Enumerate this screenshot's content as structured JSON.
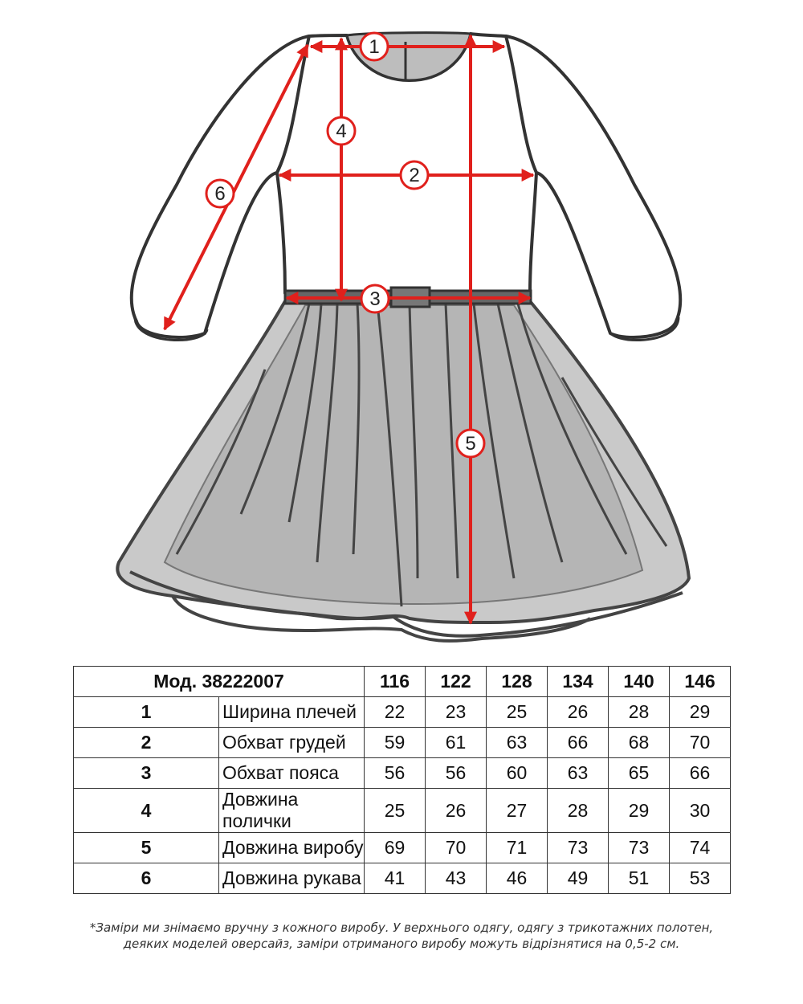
{
  "diagram": {
    "markers": [
      "1",
      "2",
      "3",
      "4",
      "5",
      "6"
    ]
  },
  "table": {
    "model_label": "Мод. 38222007",
    "sizes": [
      "116",
      "122",
      "128",
      "134",
      "140",
      "146"
    ],
    "rows": [
      {
        "num": "1",
        "name": "Ширина плечей",
        "values": [
          "22",
          "23",
          "25",
          "26",
          "28",
          "29"
        ]
      },
      {
        "num": "2",
        "name": "Обхват грудей",
        "values": [
          "59",
          "61",
          "63",
          "66",
          "68",
          "70"
        ]
      },
      {
        "num": "3",
        "name": "Обхват пояса",
        "values": [
          "56",
          "56",
          "60",
          "63",
          "65",
          "66"
        ]
      },
      {
        "num": "4",
        "name": "Довжина полички",
        "values": [
          "25",
          "26",
          "27",
          "28",
          "29",
          "30"
        ]
      },
      {
        "num": "5",
        "name": "Довжина виробу",
        "values": [
          "69",
          "70",
          "71",
          "73",
          "73",
          "74"
        ]
      },
      {
        "num": "6",
        "name": "Довжина рукава",
        "values": [
          "41",
          "43",
          "46",
          "49",
          "51",
          "53"
        ]
      }
    ]
  },
  "footnote": {
    "line1": "*Заміри ми знімаємо вручну з кожного виробу.  У верхнього одягу, одягу з трикотажних полотен,",
    "line2": "деяких моделей оверсайз, заміри отриманого виробу можуть відрізнятися на  0,5-2 см."
  },
  "colors": {
    "arrow": "#e0201c",
    "outline": "#333333",
    "tulle": "#c4c4c4",
    "lining": "#b0b0b0"
  }
}
